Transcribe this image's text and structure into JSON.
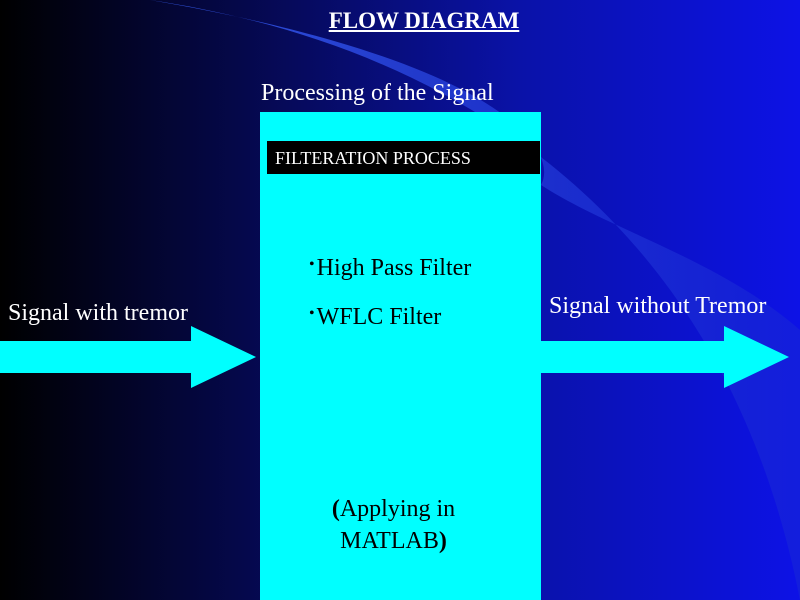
{
  "slide": {
    "title": "FLOW DIAGRAM"
  },
  "input": {
    "label": "Signal with tremor"
  },
  "process": {
    "title": "Processing of the Signal",
    "header": "FILTERATION PROCESS",
    "bullets": [
      "High Pass Filter",
      "WFLC Filter"
    ],
    "note_line1": "Applying in",
    "note_line2": "MATLAB"
  },
  "output": {
    "label": "Signal without Tremor"
  },
  "colors": {
    "box": "#00ffff",
    "arrow": "#00ffff",
    "header_bg": "#000000",
    "background_dark": "#000000",
    "background_light": "#0d12e6"
  }
}
